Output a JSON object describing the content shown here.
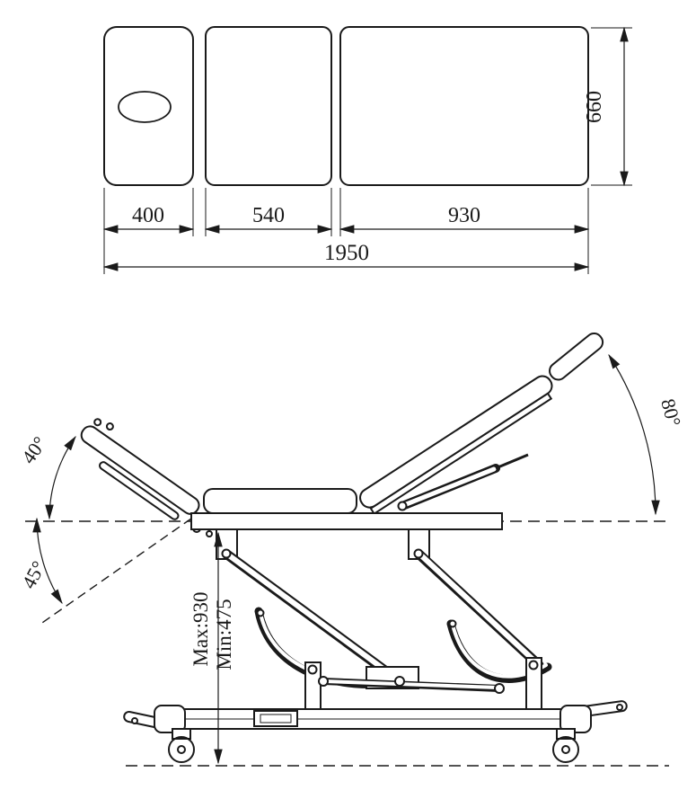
{
  "page": {
    "background_color": "#ffffff",
    "line_color": "#1a1a1a"
  },
  "top_view": {
    "dims": {
      "head_section_length": "400",
      "seat_section_length": "540",
      "back_section_length": "930",
      "total_length": "1950",
      "table_width": "660"
    }
  },
  "side_view": {
    "angles": {
      "head_raise": "40°",
      "head_lower": "45°",
      "backrest_raise": "80°"
    },
    "height": {
      "max": "Max:930",
      "min": "Min:475"
    }
  }
}
